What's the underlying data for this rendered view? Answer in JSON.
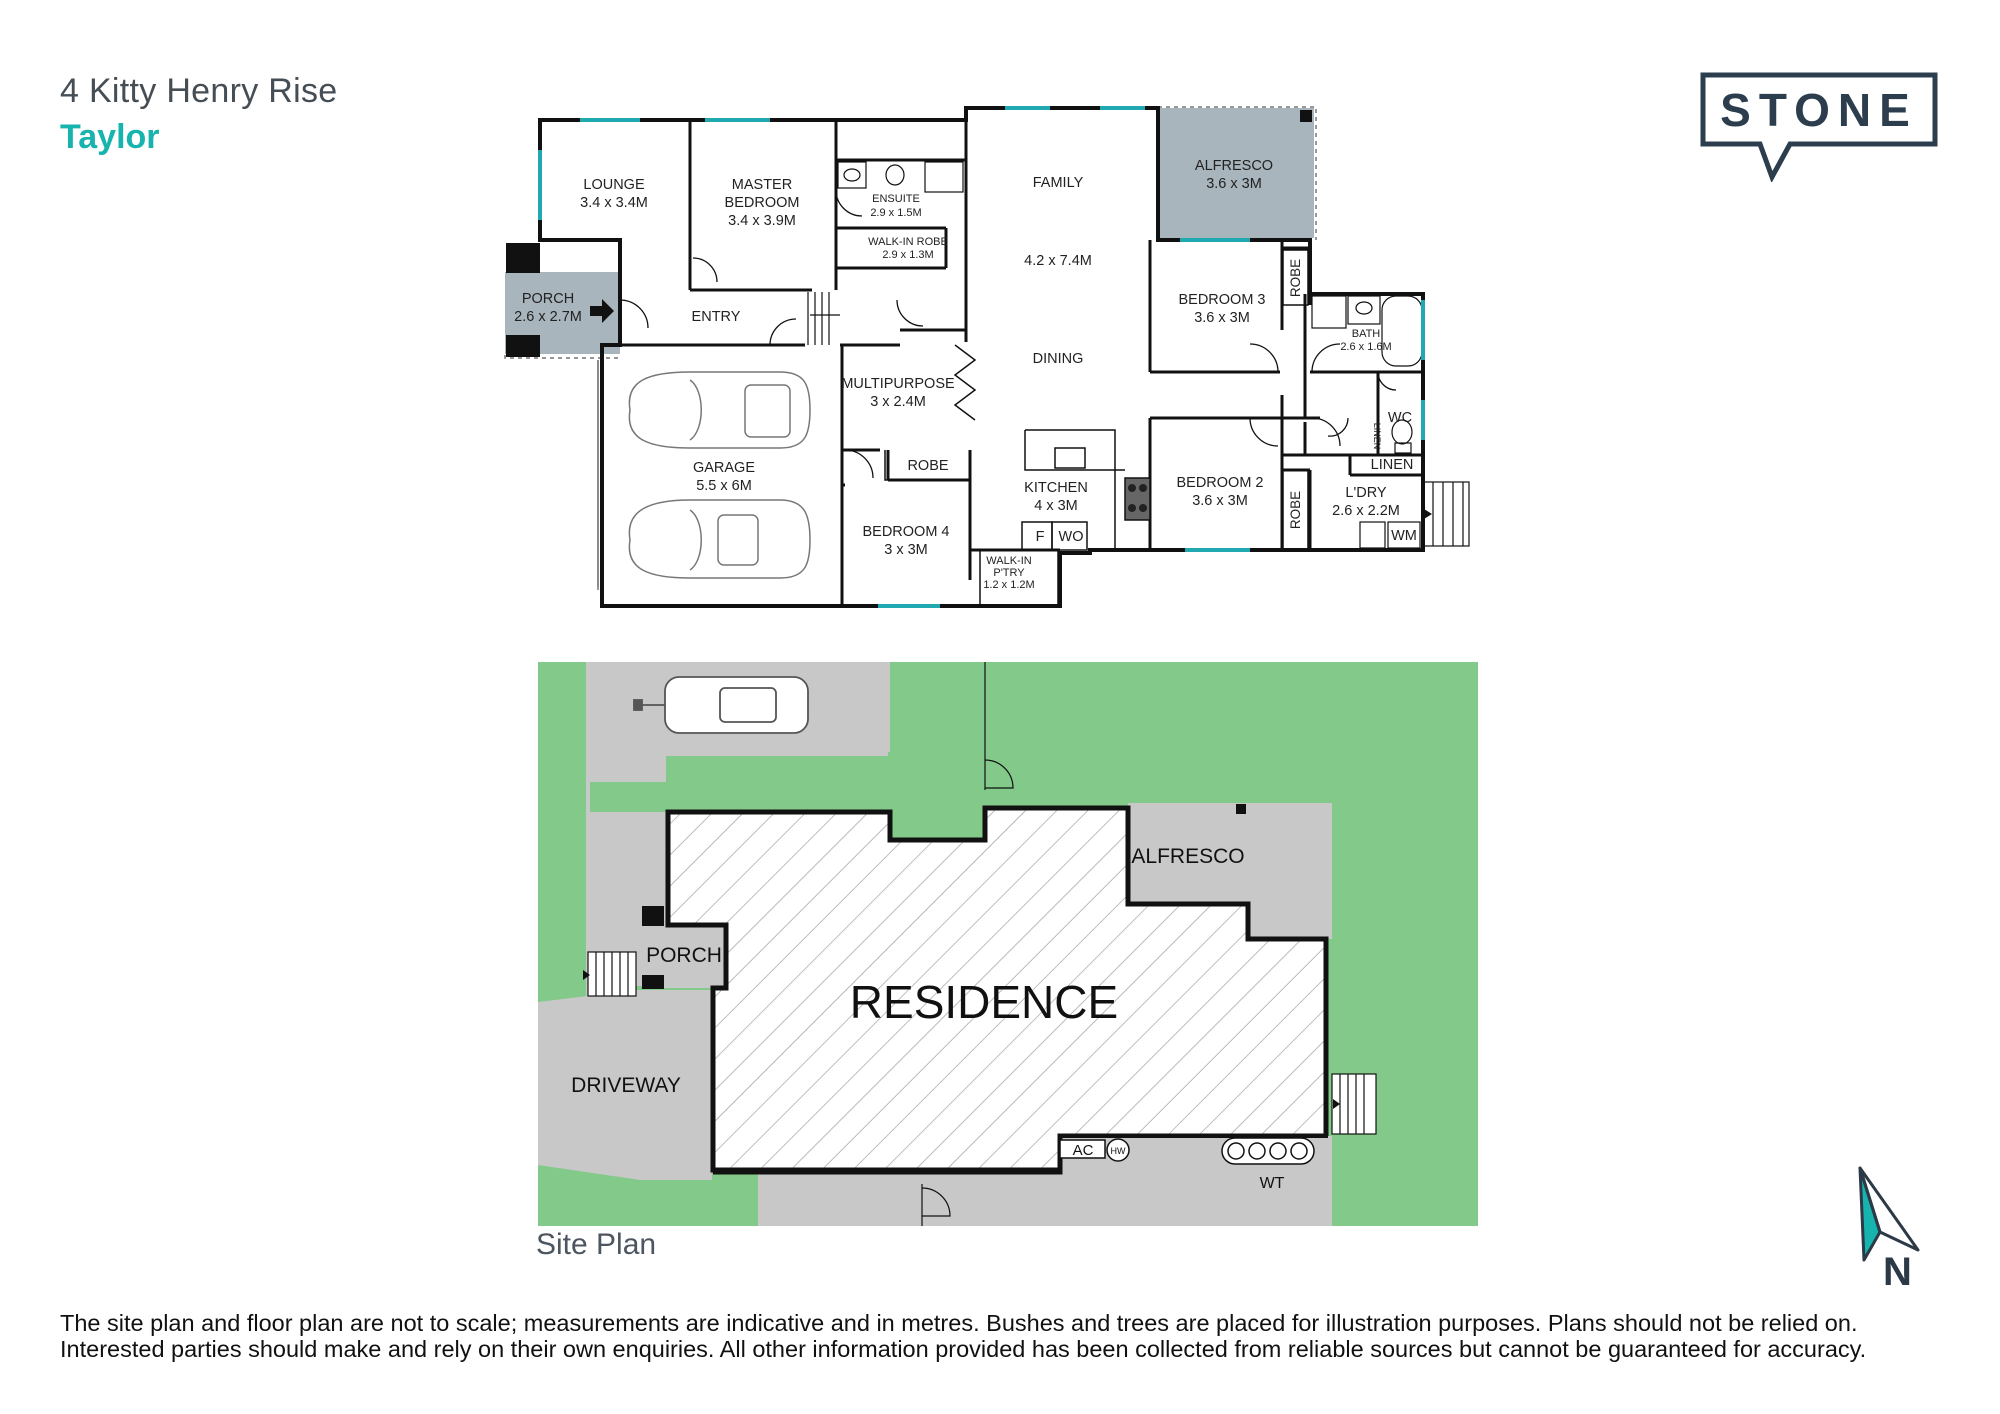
{
  "property": {
    "address": "4 Kitty Henry Rise",
    "suburb": "Taylor"
  },
  "brand": {
    "name": "STONE",
    "color": "#2c3e4e"
  },
  "colors": {
    "accent": "#17b3ae",
    "wall": "#111111",
    "grass": "#82c98a",
    "paving": "#c8c8c8",
    "outdoor_room": "#a9b5bd",
    "window": "#20a9b0"
  },
  "floor_plan": {
    "rooms": [
      {
        "name": "LOUNGE",
        "size": "3.4 x 3.4M"
      },
      {
        "name": "MASTER",
        "name2": "BEDROOM",
        "size": "3.4 x 3.9M"
      },
      {
        "name": "ENSUITE",
        "size": "2.9 x 1.5M"
      },
      {
        "name": "WALK-IN ROBE",
        "size": "2.9 x 1.3M"
      },
      {
        "name": "FAMILY",
        "size": "4.2 x 7.4M"
      },
      {
        "name": "DINING"
      },
      {
        "name": "ALFRESCO",
        "size": "3.6 x 3M"
      },
      {
        "name": "PORCH",
        "size": "2.6 x 2.7M"
      },
      {
        "name": "ENTRY"
      },
      {
        "name": "BEDROOM 3",
        "size": "3.6 x 3M"
      },
      {
        "name": "ROBE"
      },
      {
        "name": "BATH",
        "size": "2.6 x 1.6M"
      },
      {
        "name": "WC"
      },
      {
        "name": "LINEN"
      },
      {
        "name": "LINEN"
      },
      {
        "name": "MULTIPURPOSE",
        "size": "3 x 2.4M"
      },
      {
        "name": "ROBE"
      },
      {
        "name": "GARAGE",
        "size": "5.5 x 6M"
      },
      {
        "name": "BEDROOM 4",
        "size": "3 x 3M"
      },
      {
        "name": "KITCHEN",
        "size": "4 x 3M"
      },
      {
        "name": "F"
      },
      {
        "name": "WO"
      },
      {
        "name": "WALK-IN",
        "name2": "P'TRY",
        "size": "1.2 x 1.2M"
      },
      {
        "name": "BEDROOM 2",
        "size": "3.6 x 3M"
      },
      {
        "name": "ROBE"
      },
      {
        "name": "L'DRY",
        "size": "2.6 x 2.2M"
      },
      {
        "name": "WM"
      }
    ]
  },
  "site_plan": {
    "label": "Site Plan",
    "residence": "RESIDENCE",
    "alfresco": "ALFRESCO",
    "porch": "PORCH",
    "driveway": "DRIVEWAY",
    "ac": "AC",
    "hw": "HW",
    "wt": "WT"
  },
  "north": "N",
  "disclaimer": [
    "The site plan and floor plan are not to scale; measurements are indicative and in metres. Bushes and trees are placed for illustration purposes. Plans should not be relied on.",
    "Interested parties should make and rely on their own enquiries. All other information provided has been collected from reliable sources but cannot be guaranteed for accuracy."
  ]
}
